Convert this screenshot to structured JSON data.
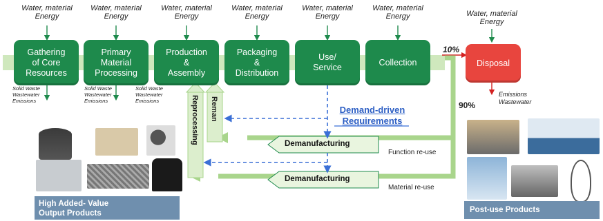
{
  "inputs": [
    {
      "line1": "Water, material",
      "line2": "Energy"
    },
    {
      "line1": "Water, material",
      "line2": "Energy"
    },
    {
      "line1": "Water, material",
      "line2": "Energy"
    },
    {
      "line1": "Water, material",
      "line2": "Energy"
    },
    {
      "line1": "Water, material",
      "line2": "Energy"
    },
    {
      "line1": "Water, material",
      "line2": "Energy"
    }
  ],
  "disposal_input": {
    "line1": "Water, material",
    "line2": "Energy"
  },
  "stages": [
    {
      "l1": "Gathering",
      "l2": "of Core",
      "l3": "Resources"
    },
    {
      "l1": "Primary",
      "l2": "Material",
      "l3": "Processing"
    },
    {
      "l1": "Production",
      "l2": "&",
      "l3": "Assembly"
    },
    {
      "l1": "Packaging",
      "l2": "&",
      "l3": "Distribution"
    },
    {
      "l1": "Use/",
      "l2": "Service",
      "l3": ""
    },
    {
      "l1": "Collection",
      "l2": "",
      "l3": ""
    }
  ],
  "disposal": {
    "label": "Disposal",
    "color": "#e8453e"
  },
  "waste_outputs": [
    {
      "l1": "Solid Waste",
      "l2": "Wastewater",
      "l3": "Emissions"
    },
    {
      "l1": "Solid Waste",
      "l2": "Wastewater",
      "l3": "Emissions"
    },
    {
      "l1": "Solid Waste",
      "l2": "Wastewater",
      "l3": "Emissions"
    }
  ],
  "disposal_outputs": {
    "l1": "Emissions",
    "l2": "Wastewater"
  },
  "percent_disposal": "10%",
  "percent_reuse": "90%",
  "demand": {
    "l1": "Demand-driven",
    "l2": "Requirements"
  },
  "demanufacturing_top": "Demanufacturing",
  "demanufacturing_bottom": "Demanufacturing",
  "function_reuse": "Function re-use",
  "material_reuse": "Material re-use",
  "reprocessing": "Reprocessing",
  "reman": "Reman",
  "output_caption": {
    "l1": "High Added- Value",
    "l2": "Output Products"
  },
  "postuse_caption": "Post-use Products",
  "colors": {
    "stage": "#1e8a4c",
    "flow": "#a9d58c",
    "dashed": "#3a6fd6",
    "caption": "#6f8fae"
  }
}
